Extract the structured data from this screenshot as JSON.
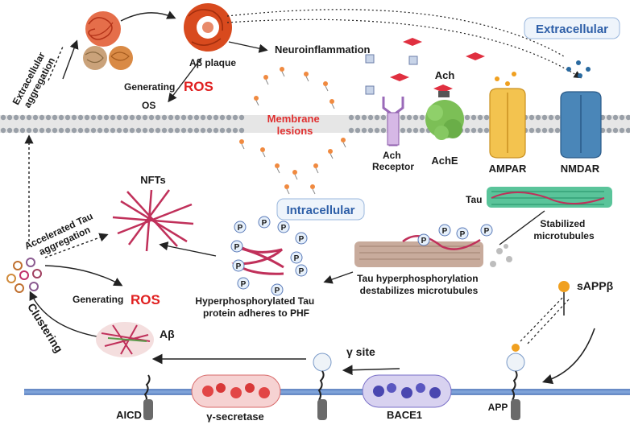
{
  "zones": {
    "extracellular": "Extracellular",
    "intracellular": "Intracellular"
  },
  "labels": {
    "extracellular_aggregation_line1": "Extracellular",
    "extracellular_aggregation_line2": "aggregation",
    "ab_plaque": "Aβ plaque",
    "neuroinflammation": "Neuroinflammation",
    "generating": "Generating",
    "ros": "ROS",
    "os": "OS",
    "membrane_lesions_line1": "Membrane",
    "membrane_lesions_line2": "lesions",
    "ach": "Ach",
    "ach_receptor_line1": "Ach",
    "ach_receptor_line2": "Receptor",
    "ache": "AchE",
    "ampar": "AMPAR",
    "nmdar": "NMDAR",
    "nfts": "NFTs",
    "accelerated_tau_line1": "Accelerated Tau",
    "accelerated_tau_line2": "aggregation",
    "tau": "Tau",
    "stabilized_line1": "Stabilized",
    "stabilized_line2": "microtubules",
    "generating2": "Generating",
    "ros2": "ROS",
    "hyper_tau_line1": "Hyperphosphorylated Tau",
    "hyper_tau_line2": "protein adheres to PHF",
    "tau_hyper_line1": "Tau hyperphosphorylation",
    "tau_hyper_line2": "destabilizes microtubules",
    "sappb": "sAPPβ",
    "clustering": "Clustering",
    "ab": "Aβ",
    "gamma_site": "γ site",
    "aicd": "AICD",
    "gamma_secretase": "γ-secretase",
    "bace1": "BACE1",
    "app": "APP",
    "p": "P"
  },
  "colors": {
    "zone_text": "#2e5fa8",
    "ros": "#e02020",
    "membrane_lesion_text": "#e03030",
    "plaque": "#d84a1e",
    "tau_fiber": "#c0305a",
    "microtubule": "#2f9a72",
    "ache": "#7cbf56",
    "ampar": "#f3c34f",
    "nmdar": "#4a86b8",
    "secretase": "#e24646",
    "bace1": "#4a47b0"
  }
}
